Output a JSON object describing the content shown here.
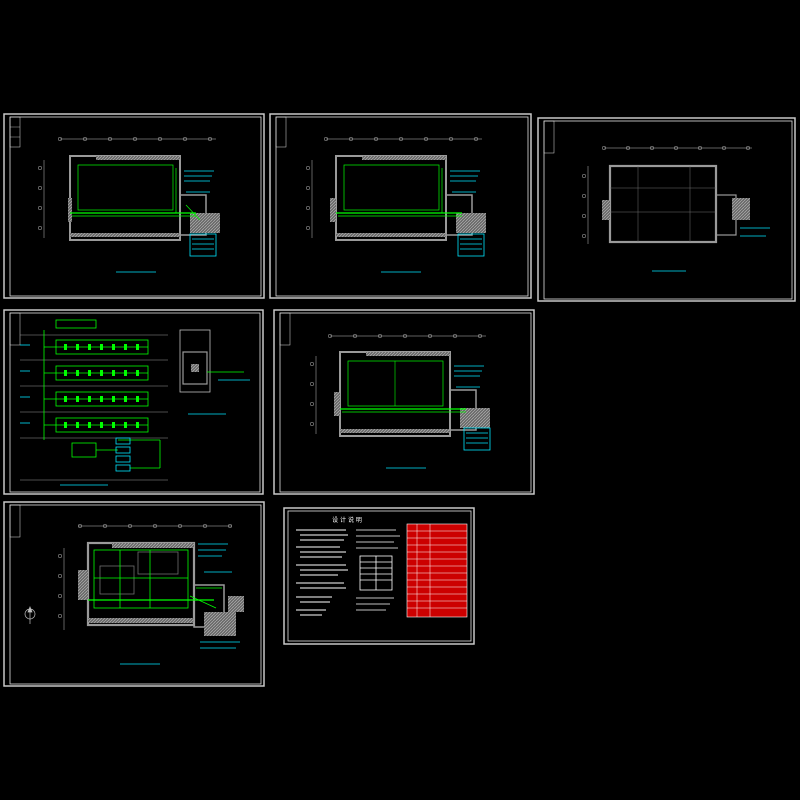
{
  "document": {
    "description_text": "",
    "sheets": [
      {
        "id": "plan-1",
        "kind": "floor-plan",
        "title": "",
        "subtitle": ""
      },
      {
        "id": "plan-2",
        "kind": "floor-plan",
        "title": "",
        "subtitle": ""
      },
      {
        "id": "plan-3",
        "kind": "floor-plan-outline",
        "title": "",
        "subtitle": ""
      },
      {
        "id": "schematic",
        "kind": "wiring-schematic",
        "title": ""
      },
      {
        "id": "plan-4",
        "kind": "floor-plan",
        "title": "",
        "subtitle": ""
      },
      {
        "id": "plan-5",
        "kind": "floor-plan-detailed",
        "title": "",
        "subtitle": ""
      },
      {
        "id": "notes",
        "kind": "design-notes-sheet",
        "title": "设 计 说 明"
      }
    ]
  },
  "colors": {
    "background": "#000000",
    "frame": "#c8c8c8",
    "inner_frame": "#e0e0e0",
    "wall": "#9a9a9a",
    "wiring": "#00ff00",
    "label": "#00e5ff",
    "grid": "#bfbfbf",
    "table_red": "#cc0000",
    "table_line": "#ffffff"
  },
  "icons": {
    "north_arrow": "north-arrow-icon"
  }
}
